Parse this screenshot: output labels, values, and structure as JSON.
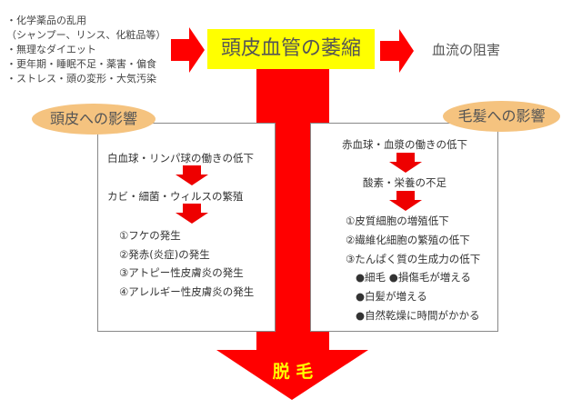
{
  "causes": [
    "・化学薬品の乱用",
    "（シャンプー、リンス、化粧品等）",
    "・無理なダイエット",
    "・更年期・睡眠不足・薬害・偏食",
    "・ストレス・頭の変形・大気汚染"
  ],
  "title": "頭皮血管の萎縮",
  "result": "血流の阻害",
  "scalp": {
    "label": "頭皮への影響",
    "steps": [
      "白血球・リンパ球の働きの低下",
      "カビ・細菌・ウィルスの繁殖"
    ],
    "items": [
      "①フケの発生",
      "②発赤(炎症)の発生",
      "③アトピー性皮膚炎の発生",
      "④アレルギー性皮膚炎の発生"
    ]
  },
  "hair": {
    "label": "毛髪への影響",
    "steps": [
      "赤血球・血漿の働きの低下",
      "酸素・栄養の不足"
    ],
    "items": [
      "①皮質細胞の増殖低下",
      "②繊維化細胞の繁殖の低下",
      "③たんぱく質の生成力の低下"
    ],
    "effects": [
      "●細毛 ●損傷毛が増える",
      "●白髪が増える",
      "●自然乾燥に時間がかかる"
    ]
  },
  "final": "脱 毛",
  "colors": {
    "arrow": "#ff0000",
    "highlight": "#ffff00",
    "oval": "#f5c37f"
  }
}
